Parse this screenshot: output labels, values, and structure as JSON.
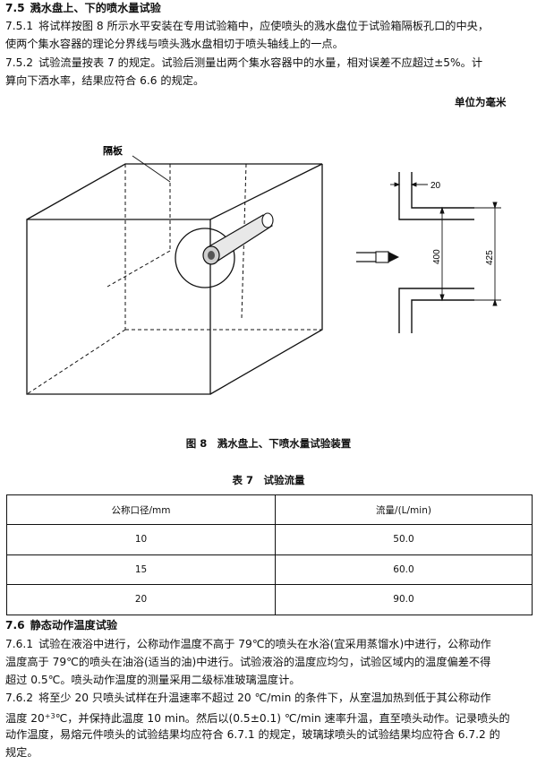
{
  "sec_7_5": {
    "heading_num": "7.5",
    "heading_text": "溅水盘上、下的喷水量试验",
    "p1_num": "7.5.1",
    "p1_l1": "将试样按图 8 所示水平安装在专用试验箱中，应使喷头的溅水盘位于试验箱隔板孔口的中央，",
    "p1_l2": "使两个集水容器的理论分界线与喷头溅水盘相切于喷头轴线上的一点。",
    "p2_num": "7.5.2",
    "p2_l1": "试验流量按表 7 的规定。试验后测量出两个集水容器中的水量，相对误差不应超过±5%。计",
    "p2_l2": "算向下洒水率，结果应符合 6.6 的规定。",
    "unit_note": "单位为毫米"
  },
  "figure": {
    "partition_label": "隔板",
    "dim_20": "20",
    "dim_400": "400",
    "dim_425": "425",
    "caption": "图 8　溅水盘上、下喷水量试验装置"
  },
  "table7": {
    "title": "表 7　试验流量",
    "headers": [
      "公称口径/mm",
      "流量/(L/min)"
    ],
    "rows": [
      [
        "10",
        "50.0"
      ],
      [
        "15",
        "60.0"
      ],
      [
        "20",
        "90.0"
      ]
    ]
  },
  "sec_7_6": {
    "heading_num": "7.6",
    "heading_text": "静态动作温度试验",
    "p1_num": "7.6.1",
    "p1_l1": "试验在液浴中进行，公称动作温度不高于 79℃的喷头在水浴(宜采用蒸馏水)中进行，公称动作",
    "p1_l2": "温度高于 79℃的喷头在油浴(适当的油)中进行。试验液浴的温度应均匀，试验区域内的温度偏差不得",
    "p1_l3": "超过 0.5℃。喷头动作温度的测量采用二级标准玻璃温度计。",
    "p2_num": "7.6.2",
    "p2_l1": "将至少 20 只喷头试样在升温速率不超过 20 ℃/min 的条件下，从室温加热到低于其公称动作",
    "p2_l2a": "温度 20",
    "p2_l2_tol": "+3",
    "p2_l2b": "℃，并保持此温度 10 min。然后以(0.5±0.1) ℃/min 速率升温，直至喷头动作。记录喷头的",
    "p2_l3": "动作温度，易熔元件喷头的试验结果均应符合 6.7.1 的规定，玻璃球喷头的试验结果均应符合 6.7.2 的",
    "p2_l4": "规定。"
  }
}
